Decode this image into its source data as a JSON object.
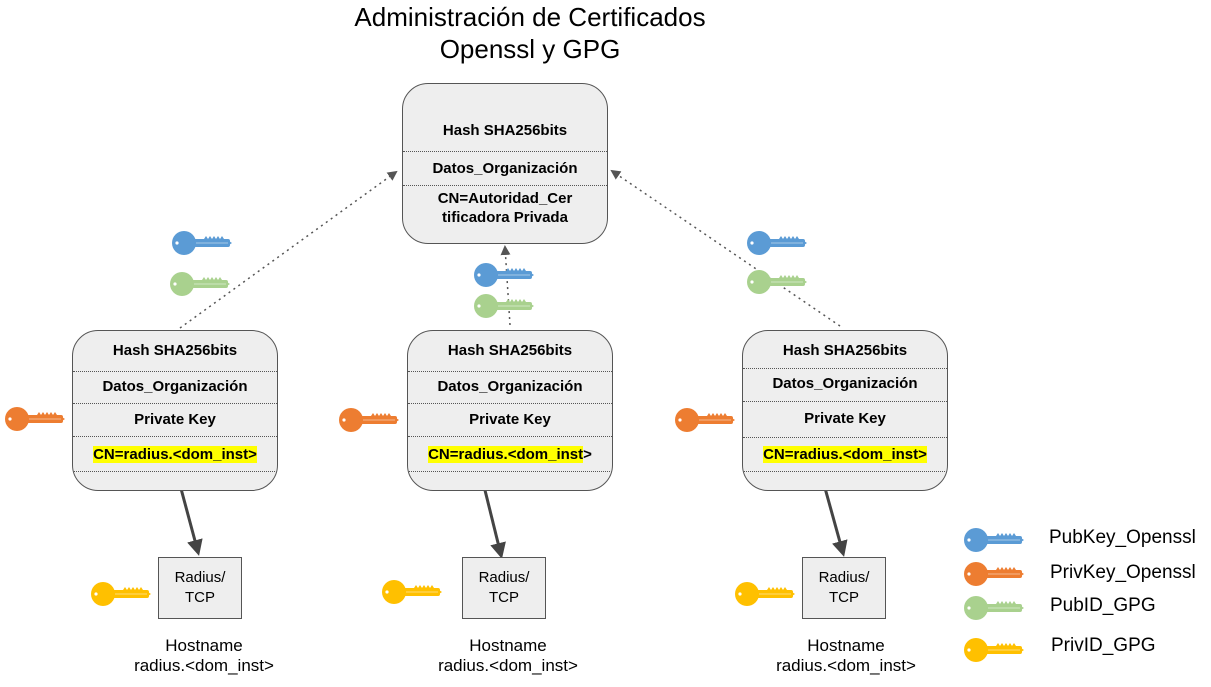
{
  "title_line1": "Administración de Certificados",
  "title_line2": "Openssl y GPG",
  "ca": {
    "hash": "Hash SHA256bits",
    "datos": "Datos_Organización",
    "cn_line1": "CN=Autoridad_Cer",
    "cn_line2": "tificadora Privada"
  },
  "servers": [
    {
      "hash": "Hash SHA256bits",
      "datos": "Datos_Organización",
      "private_key": "Private Key",
      "cn": "CN=radius.<dom_inst>",
      "rt_line1": "Radius/",
      "rt_line2": "TCP",
      "hostname_line1": "Hostname",
      "hostname_line2": "radius.<dom_inst>"
    },
    {
      "hash": "Hash SHA256bits",
      "datos": "Datos_Organización",
      "private_key": "Private Key",
      "cn": "CN=radius.<dom_inst",
      "cn_tail": ">",
      "rt_line1": "Radius/",
      "rt_line2": "TCP",
      "hostname_line1": "Hostname",
      "hostname_line2": "radius.<dom_inst>"
    },
    {
      "hash": "Hash SHA256bits",
      "datos": "Datos_Organización",
      "private_key": "Private Key",
      "cn": "CN=radius.<dom_inst>",
      "rt_line1": "Radius/",
      "rt_line2": "TCP",
      "hostname_line1": "Hostname",
      "hostname_line2": "radius.<dom_inst>"
    }
  ],
  "legend": [
    {
      "label": "PubKey_Openssl",
      "icon": "blue-key-icon",
      "color": "#5b9bd5"
    },
    {
      "label": "PrivKey_Openssl",
      "icon": "orange-key-icon",
      "color": "#ed7d31"
    },
    {
      "label": "PubID_GPG",
      "icon": "green-key-icon",
      "color": "#a9d18e"
    },
    {
      "label": "PrivID_GPG",
      "icon": "yellow-key-icon",
      "color": "#ffc000"
    }
  ],
  "colors": {
    "pub_openssl": "#5b9bd5",
    "priv_openssl": "#ed7d31",
    "pub_gpg": "#a9d18e",
    "priv_gpg": "#ffc000",
    "highlight": "#ffff00",
    "box_fill": "#eeeeee"
  }
}
